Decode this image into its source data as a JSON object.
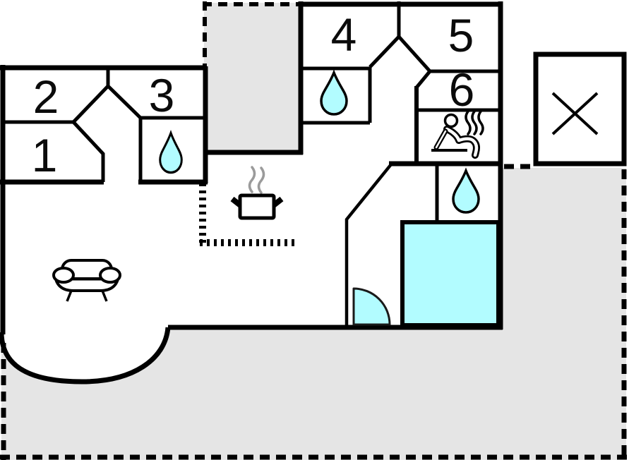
{
  "rooms": [
    {
      "id": "room-1",
      "label": "1"
    },
    {
      "id": "room-2",
      "label": "2"
    },
    {
      "id": "room-3",
      "label": "3"
    },
    {
      "id": "room-4",
      "label": "4"
    },
    {
      "id": "room-5",
      "label": "5"
    },
    {
      "id": "room-6",
      "label": "6"
    }
  ],
  "icons": [
    {
      "name": "water-drop-icon",
      "count": 3
    },
    {
      "name": "sauna-person-icon",
      "count": 1
    },
    {
      "name": "stove-pot-icon",
      "count": 1
    },
    {
      "name": "sofa-icon",
      "count": 1
    },
    {
      "name": "door-swing-icon",
      "count": 1
    },
    {
      "name": "carport-cross-icon",
      "count": 1
    },
    {
      "name": "pool-icon",
      "count": 1
    }
  ],
  "colors": {
    "water": "#b2fcff",
    "terrace": "#e5e5e5",
    "wall": "#000000",
    "steam": "#9b9b9b",
    "background": "#ffffff"
  }
}
